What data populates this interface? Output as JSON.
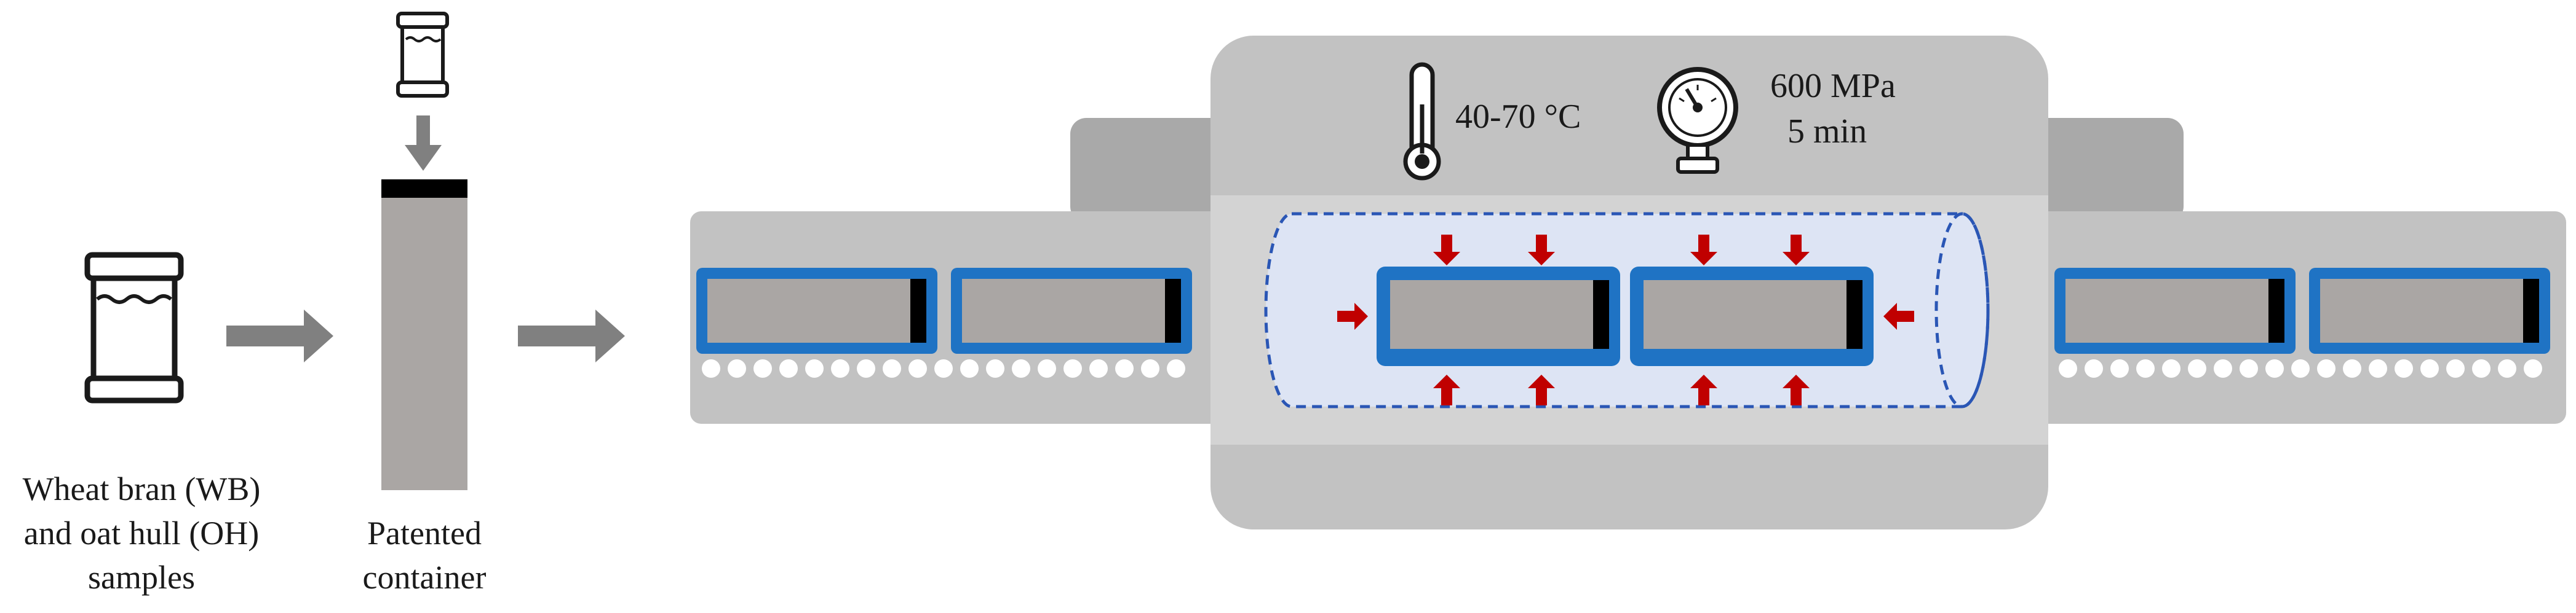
{
  "labels": {
    "samples_line1": "Wheat bran (WB)",
    "samples_line2": "and oat hull (OH)",
    "samples_line3": "samples",
    "container_line1": "Patented",
    "container_line2": "container",
    "temperature": "40-70 °C",
    "pressure": "600 MPa",
    "time": "5 min"
  },
  "icons": {
    "sample_jar": "jar-icon",
    "small_jar": "jar-icon",
    "thermometer": "thermometer-icon",
    "pressure_gauge": "pressure-gauge-icon"
  },
  "colors": {
    "chamber": "#c2c2c2",
    "chamber_dark": "#a9a9a9",
    "carrier_frame": "#1f73c4",
    "container_fill": "#aaa6a4",
    "cap": "#000000",
    "pressure_arrow": "#c00000",
    "flow_arrow": "#808080",
    "vessel_fill": "#dde4f4",
    "vessel_outline": "#2a56b5"
  }
}
